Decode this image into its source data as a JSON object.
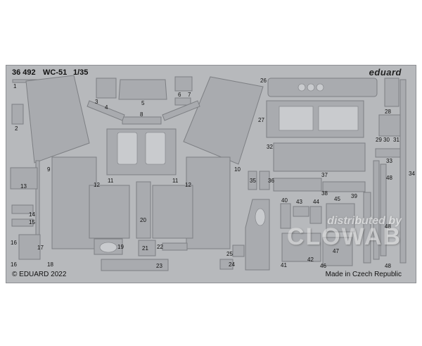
{
  "sheet": {
    "product_code": "36 492",
    "model": "WC-51",
    "scale": "1/35",
    "brand": "eduard",
    "copyright": "© EDUARD 2022",
    "origin": "Made in Czech Republic"
  },
  "watermark": {
    "line1": "distributed by",
    "line2": "CLOWAB"
  },
  "part_numbers": [
    "1",
    "2",
    "3",
    "4",
    "5",
    "6",
    "7",
    "8",
    "9",
    "10",
    "11",
    "11",
    "12",
    "12",
    "13",
    "14",
    "15",
    "16",
    "16",
    "17",
    "18",
    "19",
    "20",
    "21",
    "22",
    "23",
    "24",
    "25",
    "26",
    "27",
    "28",
    "29",
    "30",
    "31",
    "32",
    "33",
    "34",
    "35",
    "36",
    "37",
    "38",
    "39",
    "40",
    "41",
    "42",
    "43",
    "44",
    "45",
    "46",
    "47",
    "48",
    "48",
    "48"
  ],
  "colors": {
    "sheet": "#b7b9bc",
    "part_fill": "#a9abaf",
    "part_stroke": "#7d7f83",
    "hole": "#c9cbce"
  }
}
